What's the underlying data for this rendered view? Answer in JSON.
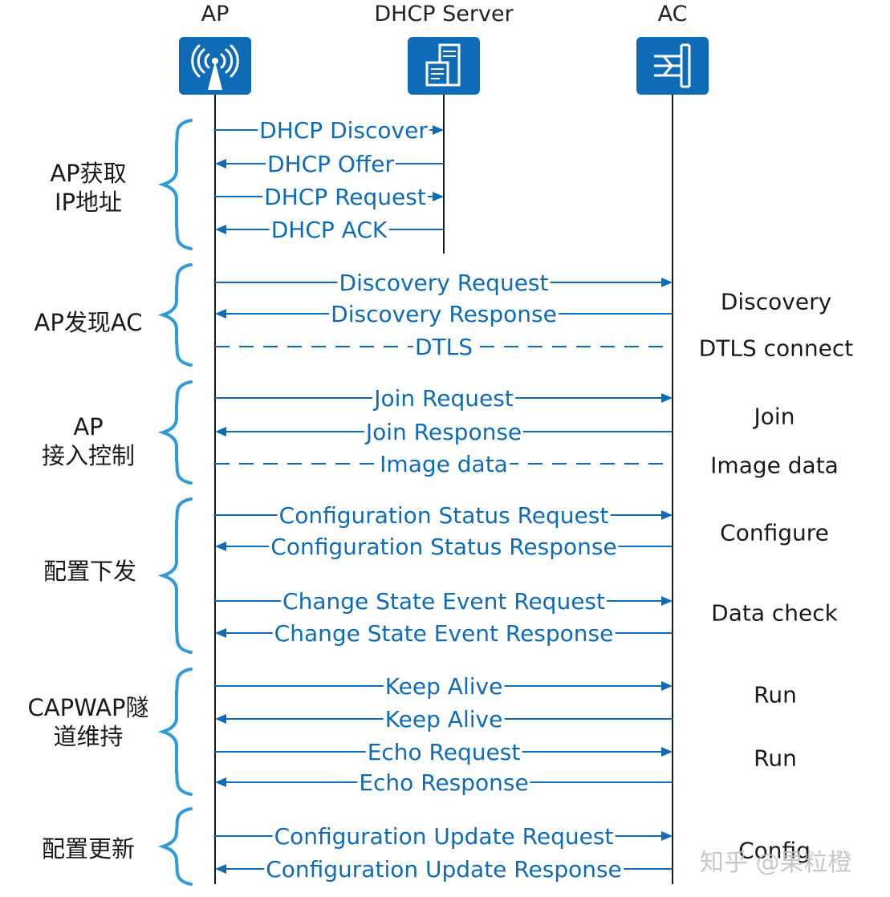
{
  "participants": {
    "ap": {
      "label": "AP"
    },
    "dhcp": {
      "label": "DHCP Server"
    },
    "ac": {
      "label": "AC"
    }
  },
  "colors": {
    "accent": "#0f6bb6",
    "text": "#1a1a1a",
    "lifeline": "#1a1a1a"
  },
  "phases": [
    {
      "label": "AP获取\nIP地址"
    },
    {
      "label": "AP发现AC"
    },
    {
      "label": "AP\n接入控制"
    },
    {
      "label": "配置下发"
    },
    {
      "label": "CAPWAP隧\n道维持"
    },
    {
      "label": "配置更新"
    }
  ],
  "messages": [
    {
      "label": "DHCP Discover",
      "from": "ap",
      "to": "dhcp",
      "style": "solid"
    },
    {
      "label": "DHCP Offer",
      "from": "dhcp",
      "to": "ap",
      "style": "solid"
    },
    {
      "label": "DHCP Request",
      "from": "ap",
      "to": "dhcp",
      "style": "solid"
    },
    {
      "label": "DHCP ACK",
      "from": "dhcp",
      "to": "ap",
      "style": "solid"
    },
    {
      "label": "Discovery Request",
      "from": "ap",
      "to": "ac",
      "style": "solid"
    },
    {
      "label": "Discovery Response",
      "from": "ac",
      "to": "ap",
      "style": "solid"
    },
    {
      "label": "DTLS",
      "from": "ap",
      "to": "ac",
      "style": "dashed"
    },
    {
      "label": "Join Request",
      "from": "ap",
      "to": "ac",
      "style": "solid"
    },
    {
      "label": "Join Response",
      "from": "ac",
      "to": "ap",
      "style": "solid"
    },
    {
      "label": "Image data",
      "from": "ap",
      "to": "ac",
      "style": "dashed"
    },
    {
      "label": "Configuration Status Request",
      "from": "ap",
      "to": "ac",
      "style": "solid"
    },
    {
      "label": "Configuration Status Response",
      "from": "ac",
      "to": "ap",
      "style": "solid"
    },
    {
      "label": "Change State Event Request",
      "from": "ap",
      "to": "ac",
      "style": "solid"
    },
    {
      "label": "Change State Event Response",
      "from": "ac",
      "to": "ap",
      "style": "solid"
    },
    {
      "label": "Keep Alive",
      "from": "ap",
      "to": "ac",
      "style": "solid"
    },
    {
      "label": "Keep Alive",
      "from": "ac",
      "to": "ap",
      "style": "solid"
    },
    {
      "label": "Echo Request",
      "from": "ap",
      "to": "ac",
      "style": "solid"
    },
    {
      "label": "Echo Response",
      "from": "ac",
      "to": "ap",
      "style": "solid"
    },
    {
      "label": "Configuration Update Request",
      "from": "ap",
      "to": "ac",
      "style": "solid"
    },
    {
      "label": "Configuration Update Response",
      "from": "ac",
      "to": "ap",
      "style": "solid"
    }
  ],
  "states": [
    {
      "label": "Discovery"
    },
    {
      "label": "DTLS connect"
    },
    {
      "label": "Join"
    },
    {
      "label": "Image data"
    },
    {
      "label": "Configure"
    },
    {
      "label": "Data check"
    },
    {
      "label": "Run"
    },
    {
      "label": "Run"
    },
    {
      "label": "Config"
    }
  ],
  "watermark": "知乎 @果粒橙"
}
